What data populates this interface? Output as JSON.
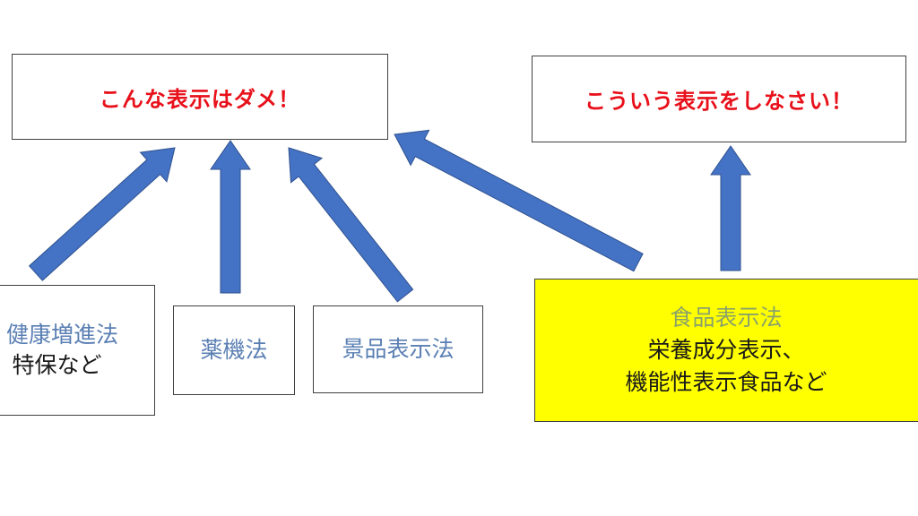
{
  "top_left_box": {
    "text": "こんな表示はダメ！"
  },
  "top_right_box": {
    "text": "こういう表示をしなさい！"
  },
  "boxes": {
    "kenko": {
      "law": "健康増進法",
      "sub": "特保など"
    },
    "yakki": {
      "law": "薬機法"
    },
    "keihin": {
      "law": "景品表示法"
    },
    "shokuhin": {
      "law": "食品表示法",
      "line1": "栄養成分表示、",
      "line2": "機能性表示食品など"
    }
  },
  "colors": {
    "prohibit_text": "#e8101a",
    "law_text": "#5a7fb3",
    "arrow": "#4472c4",
    "highlight_fill": "#ffff00"
  }
}
